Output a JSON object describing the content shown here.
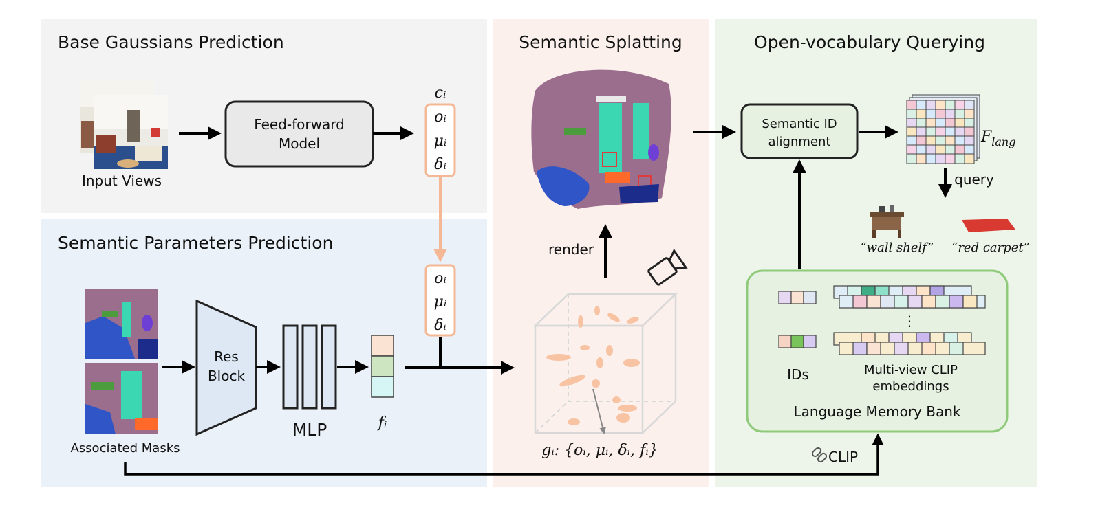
{
  "panels": {
    "base_gaussians": "Base Gaussians Prediction",
    "semantic_params": "Semantic Parameters Prediction",
    "semantic_splatting": "Semantic Splatting",
    "open_vocab": "Open-vocabulary Querying"
  },
  "labels": {
    "input_views": "Input Views",
    "feed_forward_line1": "Feed-forward",
    "feed_forward_line2": "Model",
    "associated_masks": "Associated Masks",
    "res_line1": "Res",
    "res_line2": "Block",
    "mlp": "MLP",
    "render": "render",
    "semantic_id_line1": "Semantic ID",
    "semantic_id_line2": "alignment",
    "query": "query",
    "query_wall_shelf": "“wall shelf”",
    "query_red_carpet": "“red carpet”",
    "ids": "IDs",
    "clip_line1": "Multi-view CLIP",
    "clip_line2": "embeddings",
    "memory_bank": "Language Memory Bank",
    "clip": "CLIP",
    "ellipsis": "⋮"
  },
  "math": {
    "c_i": "cᵢ",
    "o_i": "oᵢ",
    "mu_i": "μᵢ",
    "delta_i": "δᵢ",
    "f_i": "fᵢ",
    "g_i": "gᵢ: {oᵢ, μᵢ, δᵢ, fᵢ}",
    "f_lang": "F",
    "f_lang_sub": "lang"
  },
  "colors": {
    "panel_gray": "#f3f3f3",
    "panel_blue": "#ebf1f8",
    "panel_peach": "#fbf0ec",
    "panel_green": "#edf5ea",
    "orange_accent": "#f4b896",
    "green_accent": "#8fca7b",
    "mlp_blue": "#dde8f4"
  }
}
